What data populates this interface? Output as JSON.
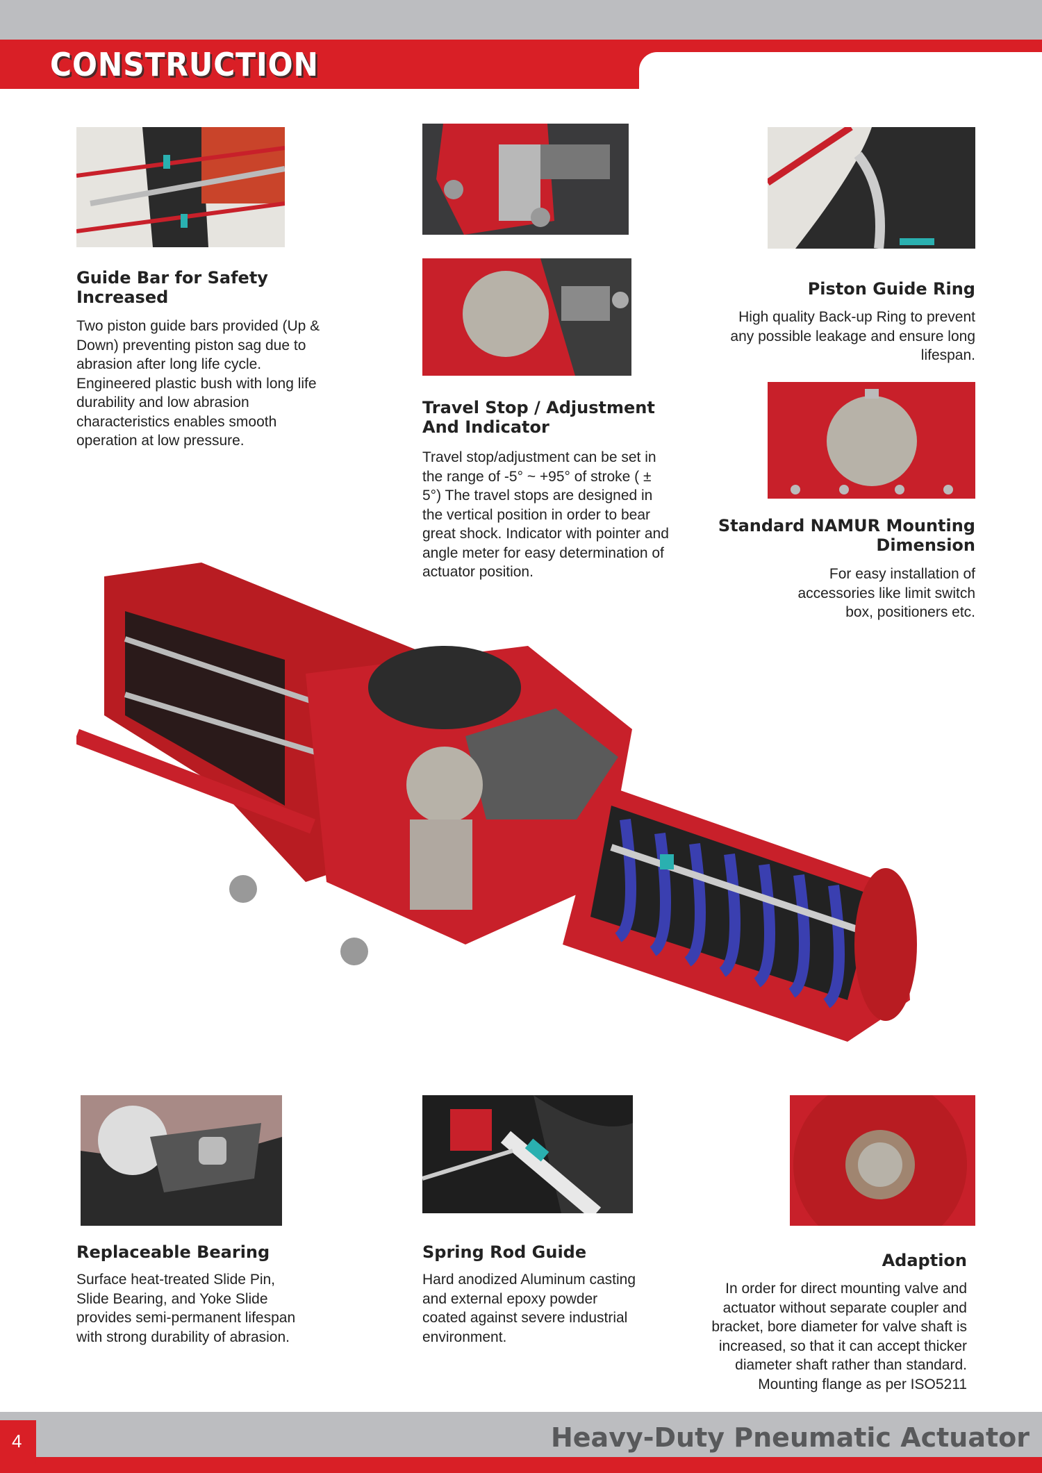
{
  "header": {
    "title": "CONSTRUCTION"
  },
  "sections": [
    {
      "title": "Guide Bar for Safety Increased",
      "body": "Two piston guide bars provided (Up & Down) preventing piston sag due to abrasion after long life cycle. Engineered plastic bush with long life durability and low abrasion characteristics enables smooth operation at low pressure."
    },
    {
      "title": "Travel Stop / Adjustment And Indicator",
      "body": "Travel stop/adjustment can be set in the range of -5° ~ +95° of stroke ( ± 5°) The travel stops are designed in the vertical position in order to bear great shock. Indicator with pointer and angle meter for easy determination of actuator position."
    },
    {
      "title": "Piston Guide Ring",
      "body": "High quality Back-up Ring to prevent any possible leakage and ensure long lifespan."
    },
    {
      "title": "Standard NAMUR Mounting Dimension",
      "body": "For easy installation of accessories like limit switch box, positioners etc."
    },
    {
      "title": "Replaceable Bearing",
      "body": "Surface heat-treated Slide Pin, Slide Bearing, and Yoke Slide provides semi-permanent lifespan with strong durability of abrasion."
    },
    {
      "title": "Spring Rod Guide",
      "body": "Hard anodized Aluminum casting and external epoxy powder coated against severe industrial environment."
    },
    {
      "title": "Adaption",
      "body": "In order for direct mounting valve and actuator without separate coupler and bracket, bore diameter for valve shaft is increased, so that it can accept thicker diameter shaft rather than standard. Mounting flange as per ISO5211"
    }
  ],
  "footer": {
    "page_number": "4",
    "title": "Heavy-Duty Pneumatic Actuator"
  },
  "colors": {
    "brand_red": "#d91f26",
    "gray": "#bcbdc0",
    "footer_text": "#58595b",
    "spring_blue": "#3a3fb0"
  }
}
